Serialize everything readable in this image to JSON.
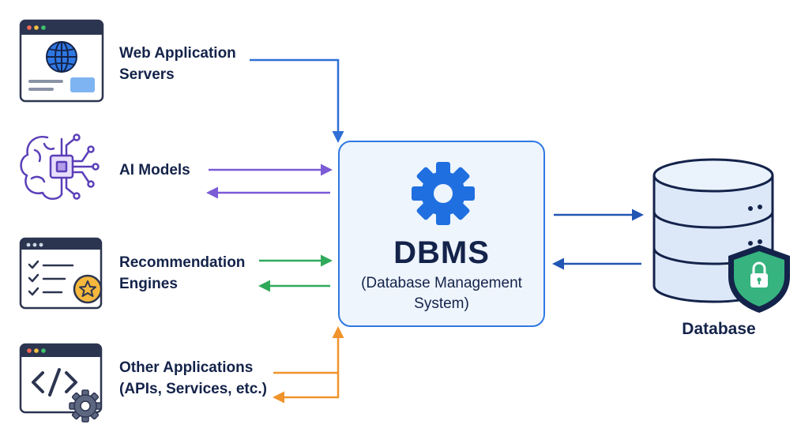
{
  "sources": [
    {
      "id": "web",
      "line1": "Web Application",
      "line2": "Servers",
      "icon": "browser-globe-icon",
      "arrow_color": "#2f6fd6"
    },
    {
      "id": "ai",
      "line1": "AI Models",
      "line2": "",
      "icon": "brain-chip-icon",
      "arrow_color": "#7b5bd6"
    },
    {
      "id": "rec",
      "line1": "Recommendation",
      "line2": "Engines",
      "icon": "checklist-star-icon",
      "arrow_color": "#2faa5a"
    },
    {
      "id": "other",
      "line1": "Other Applications",
      "line2": "(APIs, Services, etc.)",
      "icon": "code-gear-icon",
      "arrow_color": "#f0932b"
    }
  ],
  "dbms": {
    "title": "DBMS",
    "subtitle_line1": "(Database Management",
    "subtitle_line2": "System)",
    "icon": "gear-icon",
    "accent": "#2f78e3"
  },
  "database": {
    "label": "Database",
    "icon": "database-cylinder-icon",
    "shield_icon": "shield-lock-icon",
    "shield_color": "#36b37e",
    "arrow_color": "#2356b3"
  }
}
